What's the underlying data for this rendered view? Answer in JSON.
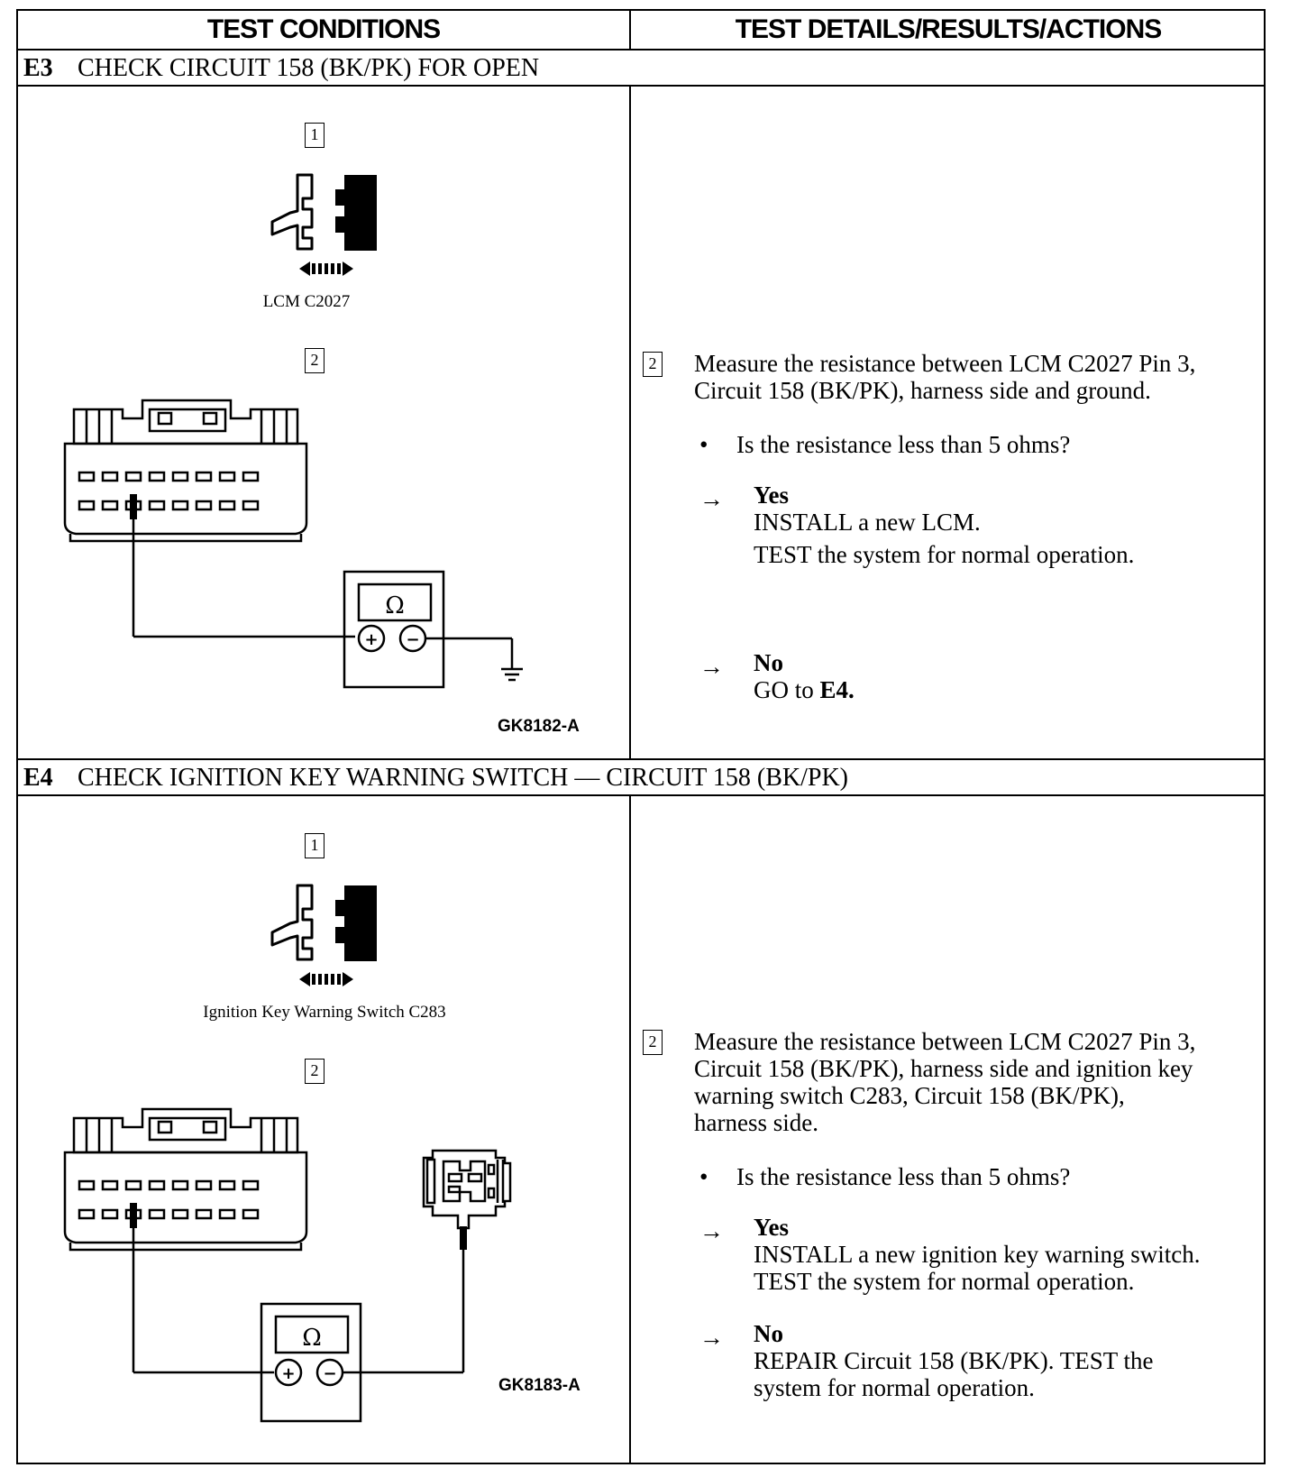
{
  "headers": {
    "test_conditions": "TEST CONDITIONS",
    "test_details": "TEST DETAILS/RESULTS/ACTIONS"
  },
  "sections": [
    {
      "id": "E3",
      "title": "CHECK CIRCUIT 158 (BK/PK) FOR OPEN",
      "steps": [
        "1",
        "2"
      ],
      "connector_label": "LCM C2027",
      "meter_symbol": "Ω",
      "figure_id": "GK8182-A",
      "detail": {
        "step": "2",
        "instruction_lines": [
          "Measure the resistance between LCM C2027 Pin 3,",
          "Circuit 158 (BK/PK), harness side and ground."
        ],
        "question": "Is the resistance less than 5 ohms?",
        "yes": {
          "label": "Yes",
          "lines": [
            "INSTALL a new LCM.",
            "TEST the system for normal  operation."
          ]
        },
        "no": {
          "label": "No",
          "prefix": "GO to ",
          "target": "E4."
        }
      }
    },
    {
      "id": "E4",
      "title": "CHECK IGNITION KEY WARNING SWITCH — CIRCUIT 158 (BK/PK)",
      "steps": [
        "1",
        "2"
      ],
      "connector_label": "Ignition Key Warning Switch C283",
      "meter_symbol": "Ω",
      "figure_id": "GK8183-A",
      "detail": {
        "step": "2",
        "instruction_lines": [
          "Measure the resistance between LCM C2027 Pin 3,",
          "Circuit 158 (BK/PK), harness side and ignition key",
          "warning switch C283, Circuit 158 (BK/PK),",
          "harness side."
        ],
        "question": "Is the resistance less than 5 ohms?",
        "yes": {
          "label": "Yes",
          "lines": [
            "INSTALL a new ignition key warning switch.",
            "TEST the system for normal operation."
          ]
        },
        "no": {
          "label": "No",
          "lines": [
            "REPAIR Circuit 158 (BK/PK). TEST the",
            "system for normal operation."
          ]
        }
      }
    }
  ],
  "symbols": {
    "bullet": "•",
    "arrow": "→",
    "plus": "+",
    "minus": "−"
  }
}
